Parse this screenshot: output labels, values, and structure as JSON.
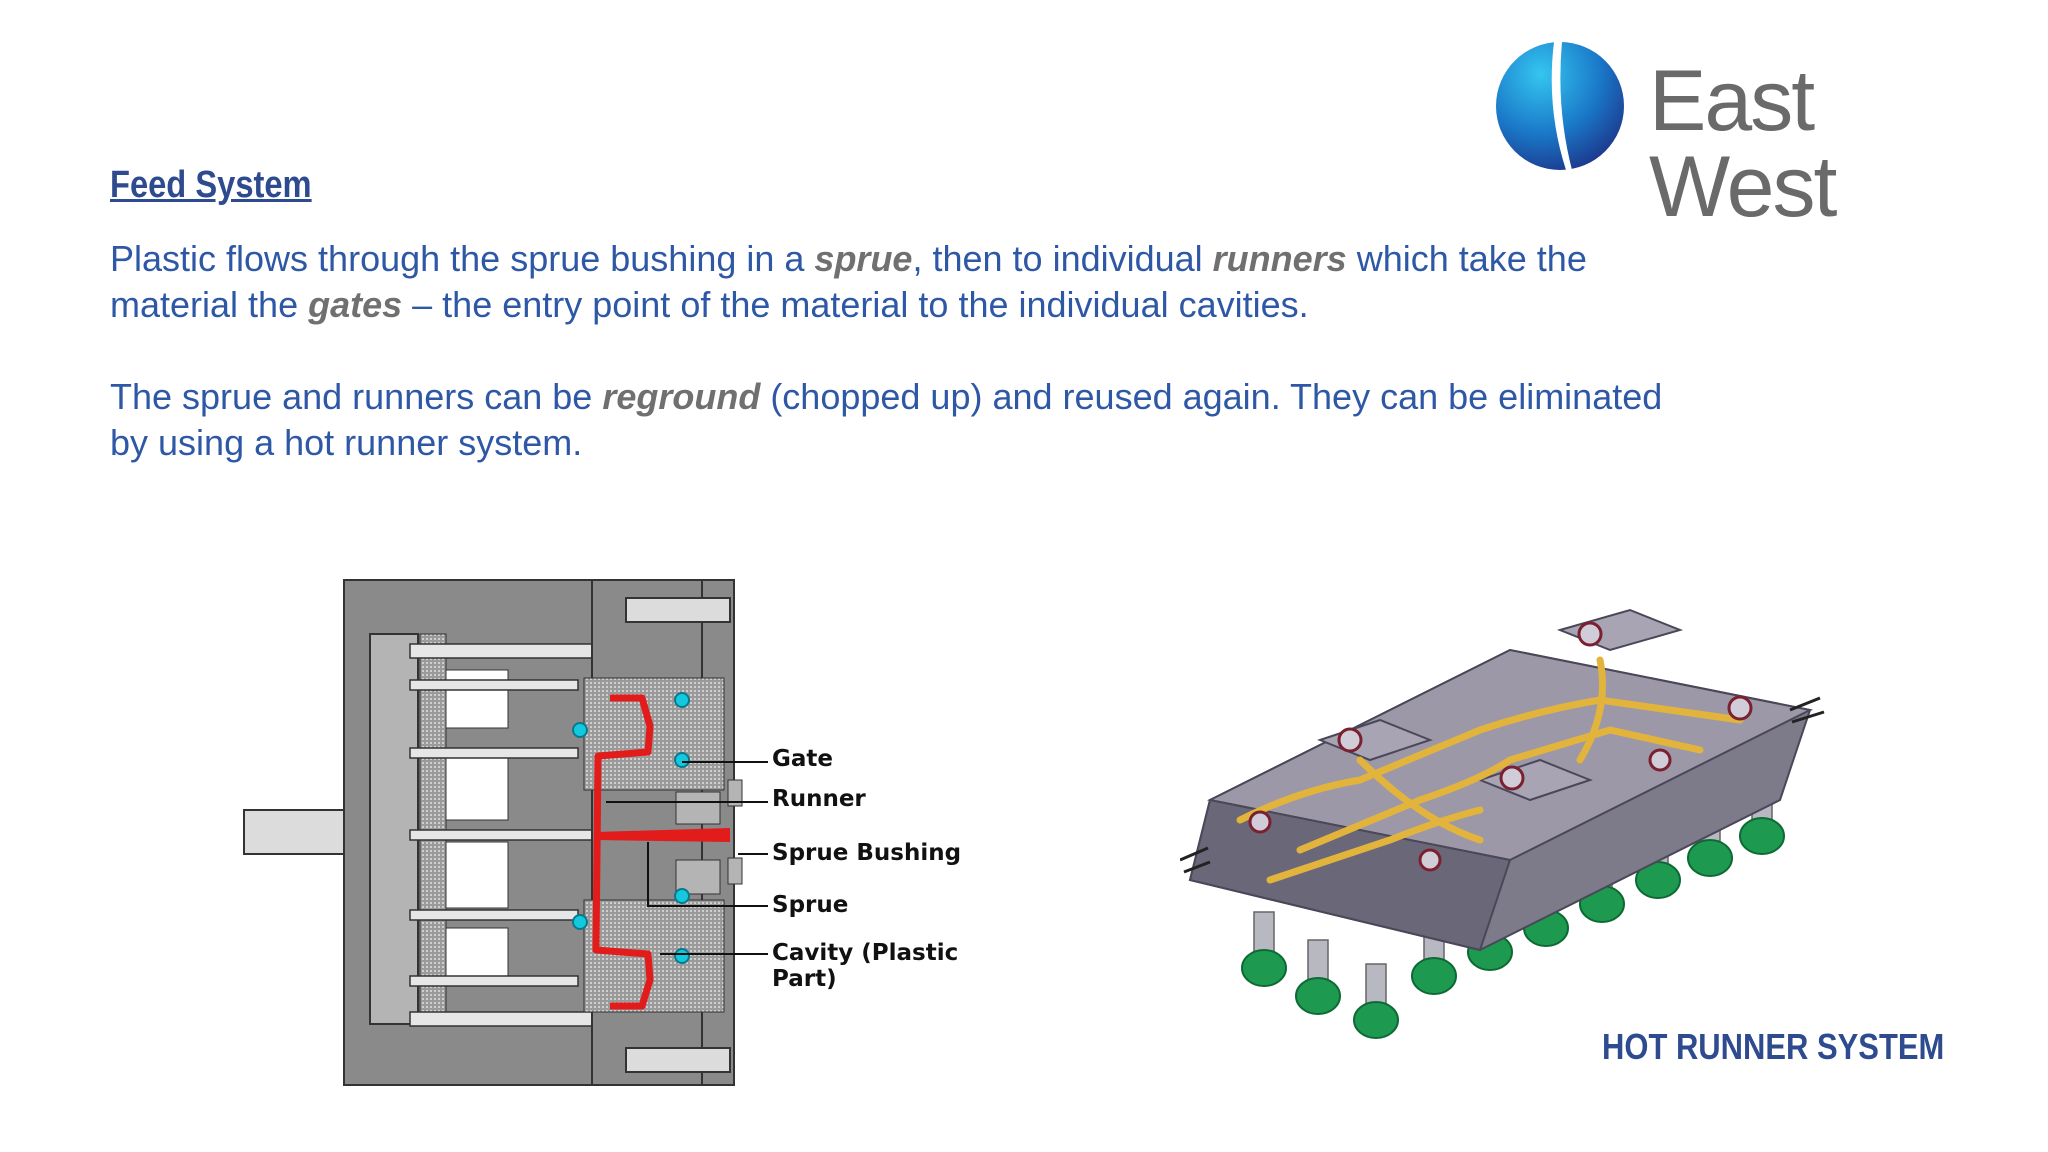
{
  "logo": {
    "text": "East West"
  },
  "heading": "Feed System",
  "paragraph1": {
    "t1": "Plastic flows through the sprue bushing in a ",
    "e1": "sprue",
    "t2": ", then to individual ",
    "e2": "runners",
    "t3": " which take the material the ",
    "e3": "gates",
    "t4": " – the entry point of the material to the individual cavities."
  },
  "paragraph2": {
    "t1": "The sprue and runners can be ",
    "e1": "reground",
    "t2": " (chopped up) and reused again. They can be eliminated by using a hot runner system."
  },
  "diagram_labels": {
    "gate": "Gate",
    "runner": "Runner",
    "sprue_bushing": "Sprue Bushing",
    "sprue": "Sprue",
    "cavity": "Cavity (Plastic Part)"
  },
  "hot_runner_label": "HOT RUNNER SYSTEM",
  "colors": {
    "heading": "#2e4b8f",
    "body_text": "#2e58a6",
    "emphasis": "#707070",
    "melt_red": "#e21b1b",
    "cooling_cyan": "#14c8e0",
    "manifold_yellow": "#e2b43c",
    "nozzle_green": "#1e9a50"
  }
}
